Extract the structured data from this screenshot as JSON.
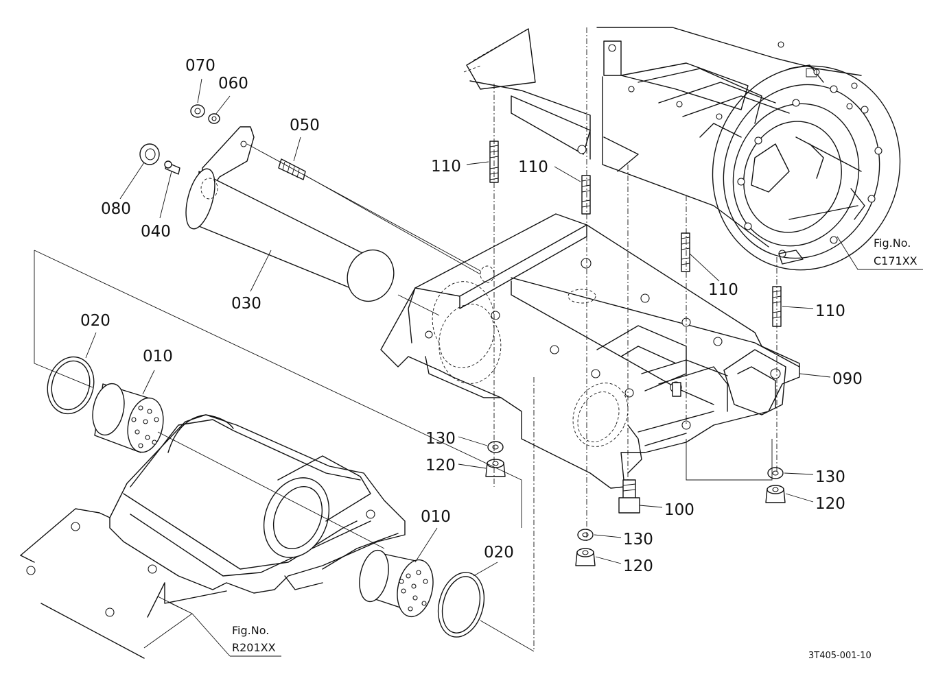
{
  "callouts": {
    "p070": "070",
    "p060": "060",
    "p050": "050",
    "p080": "080",
    "p040": "040",
    "p030": "030",
    "p020a": "020",
    "p010a": "010",
    "p010b": "010",
    "p020b": "020",
    "p110a": "110",
    "p110b": "110",
    "p110c": "110",
    "p110d": "110",
    "p090": "090",
    "p130a": "130",
    "p120a": "120",
    "p100": "100",
    "p130b": "130",
    "p120b": "120",
    "p130c": "130",
    "p120c": "120"
  },
  "fig_refs": {
    "right": {
      "label": "Fig.No.",
      "code": "C171XX"
    },
    "bottom": {
      "label": "Fig.No.",
      "code": "R201XX"
    }
  },
  "drawing_number": "3T405-001-10"
}
